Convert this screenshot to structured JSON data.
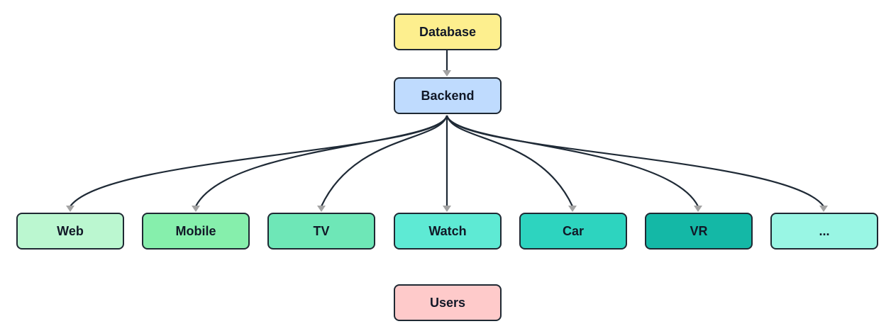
{
  "nodes": {
    "database": {
      "label": "Database",
      "color": "#fdef8e"
    },
    "backend": {
      "label": "Backend",
      "color": "#bfdbfe"
    },
    "clients": [
      {
        "label": "Web",
        "color": "#bbf7d0"
      },
      {
        "label": "Mobile",
        "color": "#86efac"
      },
      {
        "label": "TV",
        "color": "#6ee7b7"
      },
      {
        "label": "Watch",
        "color": "#5eead4"
      },
      {
        "label": "Car",
        "color": "#2dd4bf"
      },
      {
        "label": "VR",
        "color": "#14b8a6"
      },
      {
        "label": "...",
        "color": "#99f6e4"
      }
    ],
    "users": {
      "label": "Users",
      "color": "#fecaca"
    }
  },
  "edges": [
    {
      "from": "Database",
      "to": "Backend"
    },
    {
      "from": "Backend",
      "to": "Web"
    },
    {
      "from": "Backend",
      "to": "Mobile"
    },
    {
      "from": "Backend",
      "to": "TV"
    },
    {
      "from": "Backend",
      "to": "Watch"
    },
    {
      "from": "Backend",
      "to": "Car"
    },
    {
      "from": "Backend",
      "to": "VR"
    },
    {
      "from": "Backend",
      "to": "..."
    }
  ],
  "colors": {
    "edge": "#1f2a36",
    "arrowhead": "#a3a3a3",
    "node_border": "#1f2933"
  }
}
